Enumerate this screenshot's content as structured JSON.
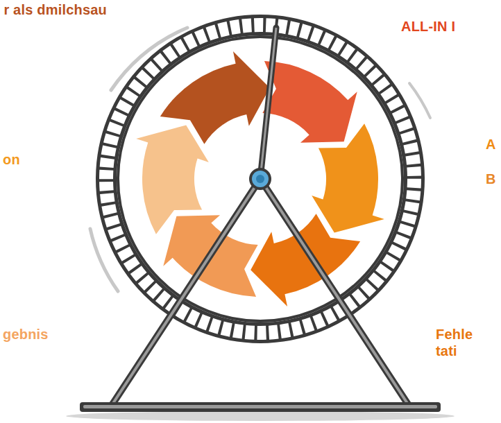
{
  "diagram": {
    "labels": [
      "r als dmilchsau",
      "ALL-IN I",
      "on",
      "A",
      "B",
      "gebnis",
      "Fehle tati"
    ]
  }
}
